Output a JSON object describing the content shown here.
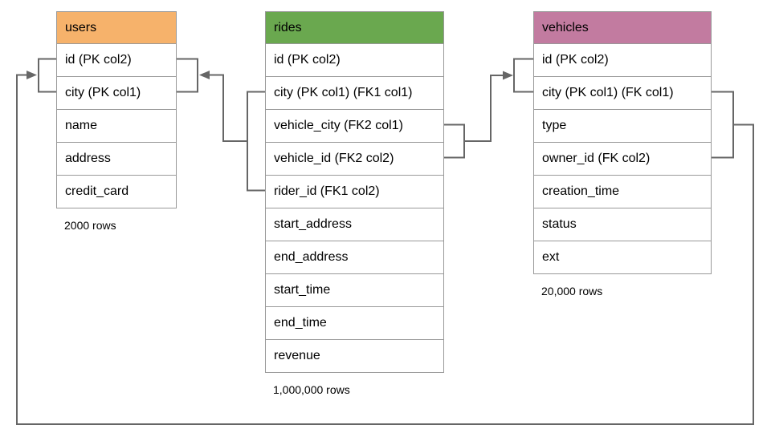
{
  "diagram": {
    "tables": [
      {
        "name": "users",
        "header_color": "#F6B26B",
        "columns": [
          "id (PK col2)",
          "city (PK col1)",
          "name",
          "address",
          "credit_card"
        ],
        "row_count_label": "2000 rows"
      },
      {
        "name": "rides",
        "header_color": "#6AA84F",
        "columns": [
          "id (PK col2)",
          "city (PK col1) (FK1 col1)",
          "vehicle_city (FK2 col1)",
          "vehicle_id (FK2 col2)",
          "rider_id (FK1 col2)",
          "start_address",
          "end_address",
          "start_time",
          "end_time",
          "revenue"
        ],
        "row_count_label": "1,000,000 rows"
      },
      {
        "name": "vehicles",
        "header_color": "#C27BA0",
        "columns": [
          "id (PK col2)",
          "city (PK col1) (FK col1)",
          "type",
          "owner_id (FK col2)",
          "creation_time",
          "status",
          "ext"
        ],
        "row_count_label": "20,000 rows"
      }
    ],
    "relationships": [
      {
        "from_table": "rides",
        "from_columns": [
          "city (FK1 col1)",
          "rider_id (FK1 col2)"
        ],
        "to_table": "users",
        "to_columns": [
          "id (PK col2)",
          "city (PK col1)"
        ]
      },
      {
        "from_table": "rides",
        "from_columns": [
          "vehicle_city (FK2 col1)",
          "vehicle_id (FK2 col2)"
        ],
        "to_table": "vehicles",
        "to_columns": [
          "id (PK col2)",
          "city (PK col1)"
        ]
      },
      {
        "from_table": "vehicles",
        "from_columns": [
          "city (FK col1)",
          "owner_id (FK col2)"
        ],
        "to_table": "users",
        "to_columns": [
          "city (PK col1)",
          "id (PK col2)"
        ]
      }
    ],
    "colors": {
      "connector": "#666666",
      "table_border": "#999999",
      "text": "#000000",
      "background": "#FFFFFF"
    }
  }
}
